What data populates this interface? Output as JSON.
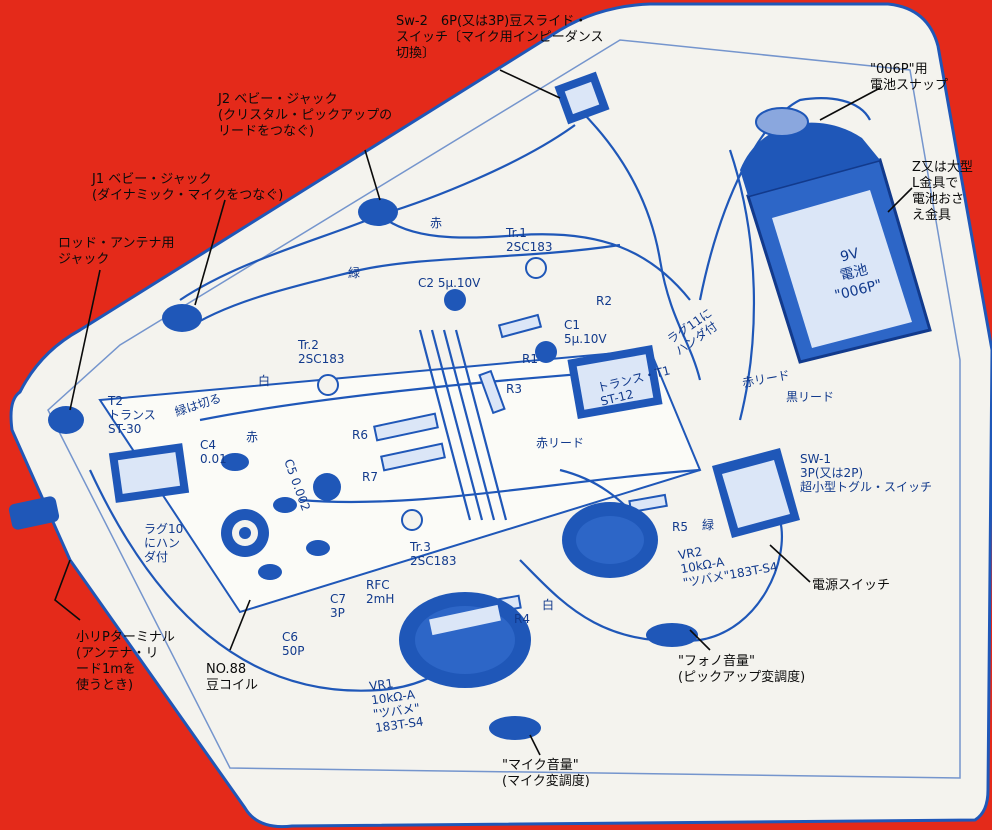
{
  "colors": {
    "background": "#e42a1a",
    "chassis": "#f4f3ee",
    "ink": "#1f57b8",
    "ink_dark": "#123a8c",
    "label_text": "#0b0b0b"
  },
  "callouts": {
    "sw2": [
      "Sw-2　6P(又は3P)豆スライド・",
      "スイッチ〔マイク用インピーダンス",
      "切換〕"
    ],
    "j2": [
      "J2 ベビー・ジャック",
      "(クリスタル・ピックアップの",
      "リードをつなぐ)"
    ],
    "j1": [
      "J1 ベビー・ジャック",
      "(ダイナミック・マイクをつなぐ)"
    ],
    "antenna_jack": [
      "ロッド・アンテナ用",
      "ジャック"
    ],
    "snap": [
      "\"006P\"用",
      "電池スナップ"
    ],
    "bracket": [
      "Z又は大型",
      "L金具で",
      "電池おさ",
      "え金具"
    ],
    "power_switch": [
      "電源スイッチ"
    ],
    "terminal": [
      "小リPターミナル",
      "(アンテナ・リ",
      "ード1mを",
      "使うとき)"
    ],
    "coil": [
      "NO.88",
      "豆コイル"
    ],
    "phono_vol": [
      "\"フォノ音量\"",
      "(ピックアップ変調度)"
    ],
    "mic_vol": [
      "\"マイク音量\"",
      "(マイク変調度)"
    ]
  },
  "components": {
    "battery": [
      "9V",
      "電池",
      "\"006P\""
    ],
    "sw1": [
      "SW-1",
      "3P(又は2P)",
      "超小型トグル・スイッチ"
    ],
    "t2": [
      "T2",
      "トランス",
      "ST-30"
    ],
    "t1": [
      "トランス・T1",
      "ST-12"
    ],
    "tr1": [
      "Tr.1",
      "2SC183"
    ],
    "tr2": [
      "Tr.2",
      "2SC183"
    ],
    "tr3": [
      "Tr.3",
      "2SC183"
    ],
    "c2": "C2 5μ.10V",
    "c1": [
      "C1",
      "5μ.10V"
    ],
    "c4": [
      "C4",
      "0.01"
    ],
    "c5": "C5 0.002",
    "c6": [
      "C6",
      "50P"
    ],
    "c7": [
      "C7",
      "3P"
    ],
    "rfc": [
      "RFC",
      "2mH"
    ],
    "vr1": [
      "VR1",
      "10kΩ-A",
      "\"ツバメ\"",
      "183T-S4"
    ],
    "vr2": [
      "VR2",
      "10kΩ-A",
      "\"ツバメ\"183T-S4"
    ],
    "r1": "R1",
    "r2": "R2",
    "r3": "R3",
    "r4": "R4",
    "r5": "R5",
    "r6": "R6",
    "r7": "R7"
  },
  "wire_labels": {
    "red": "赤",
    "red2": "赤",
    "red_lead": "赤リード",
    "red_lead2": "赤リード",
    "black_lead": "黒リード",
    "white": "白",
    "white2": "白",
    "green": "緑",
    "green2": "緑",
    "green_cut": "緑は切る",
    "lug_10": [
      "ラグ10",
      "にハン",
      "ダ付"
    ],
    "lug_11": [
      "ラグ11に",
      "ハンダ付"
    ]
  }
}
